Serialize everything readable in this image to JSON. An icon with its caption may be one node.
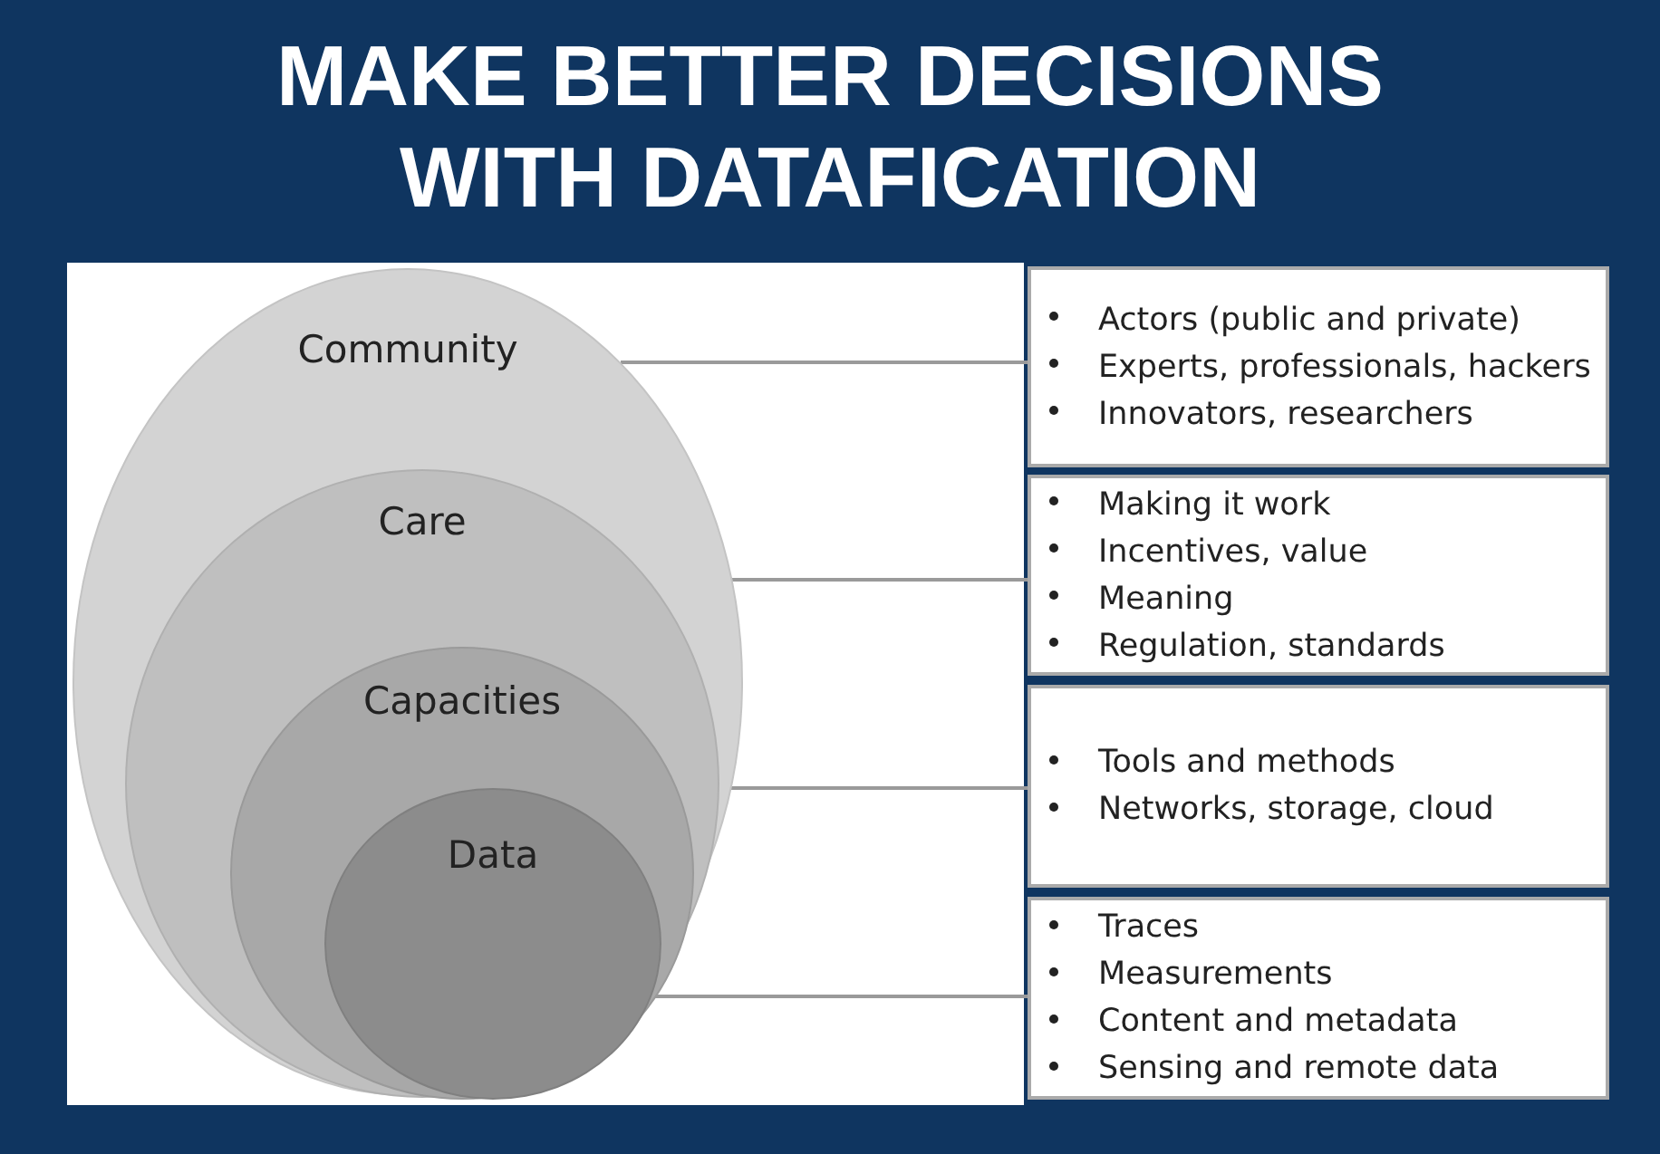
{
  "diagram": {
    "title": "MAKE BETTER DECISIONS WITH DATAFICATION",
    "nodes": [
      {
        "text": [
          "Community"
        ]
      },
      {
        "text": [
          "Care"
        ],
        "in": 0
      },
      {
        "text": [
          "Capacities"
        ],
        "in": 1
      },
      {
        "text": [
          "Data"
        ],
        "in": 2
      },
      {
        "text": [
          "Actors (public and private)",
          "Experts, professionals, hackers",
          "Innovators, researchers"
        ]
      },
      {
        "text": [
          "Making it work",
          "Incentives, value",
          "Meaning",
          "Regulation, standards"
        ]
      },
      {
        "text": [
          "Tools and methods",
          "Networks, storage, cloud"
        ]
      },
      {
        "text": [
          "Traces",
          "Measurements",
          "Content and metadata",
          "Sensing and remote data"
        ]
      }
    ],
    "edges": [
      {
        "from": 0,
        "to": 4,
        "arrow": "none"
      },
      {
        "from": 1,
        "to": 5,
        "arrow": "none"
      },
      {
        "from": 2,
        "to": 6,
        "arrow": "none"
      },
      {
        "from": 3,
        "to": 7,
        "arrow": "none"
      }
    ]
  }
}
